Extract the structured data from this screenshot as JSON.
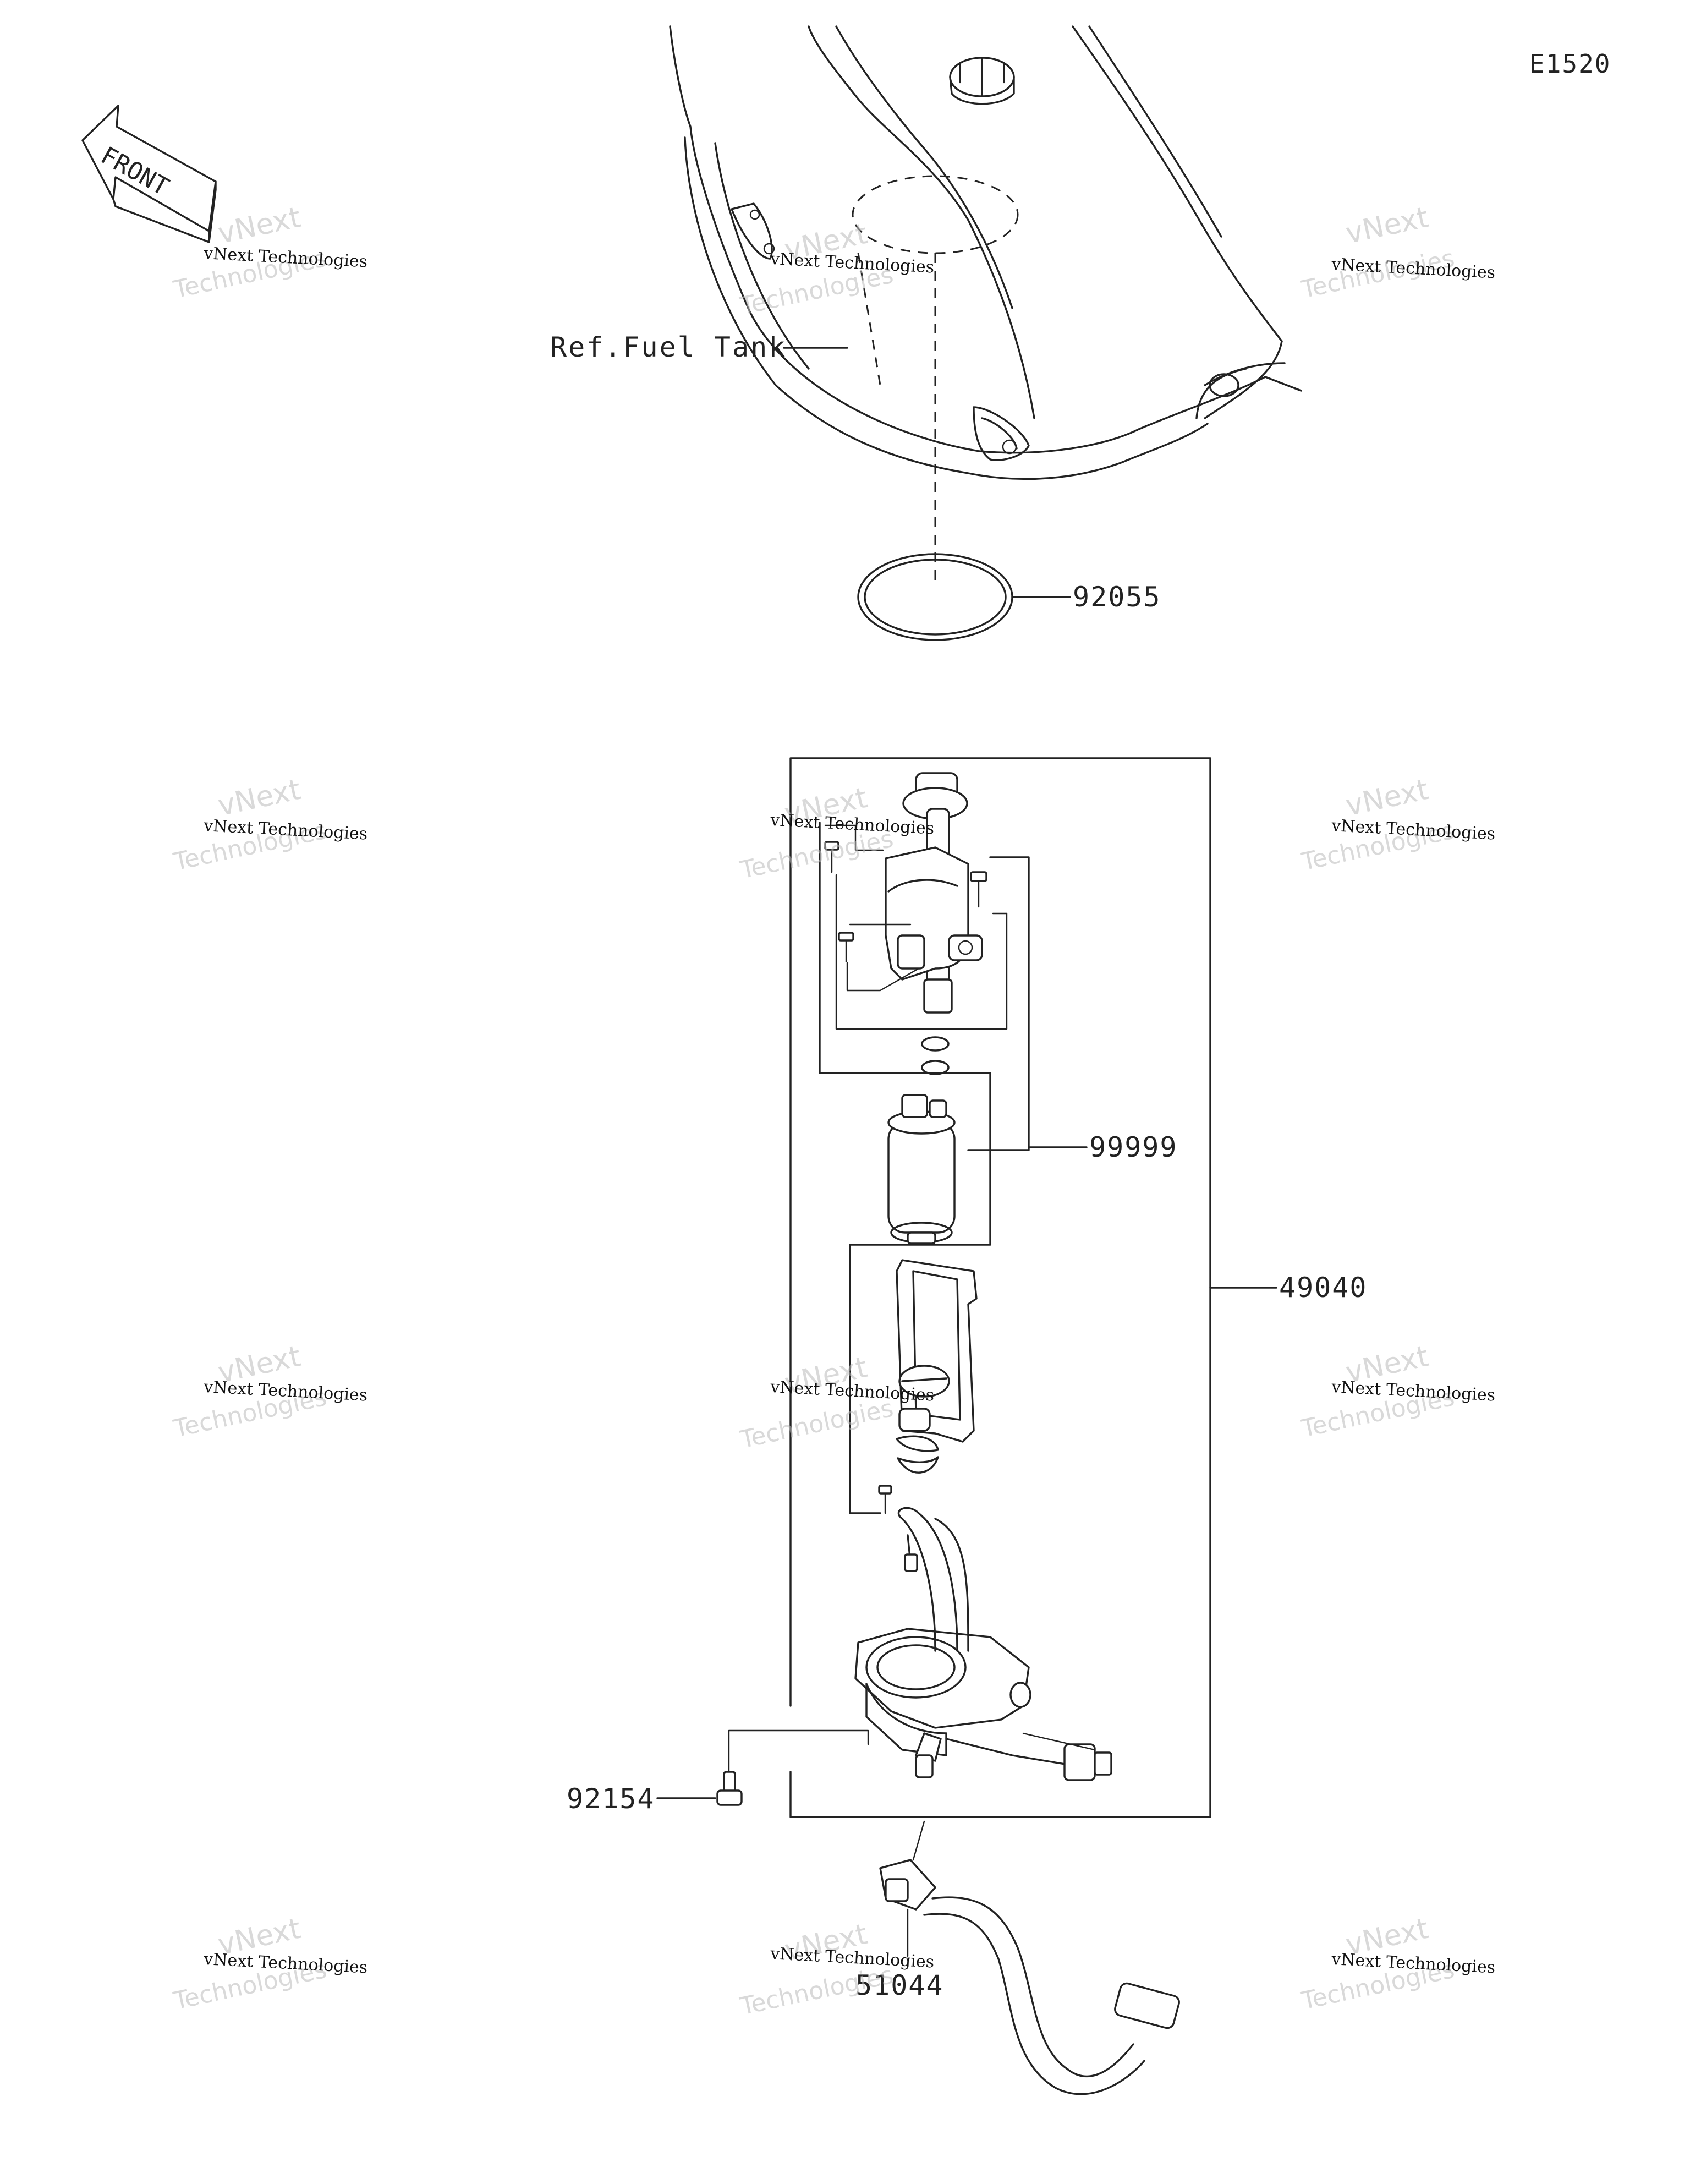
{
  "diagram_code": "E1520",
  "front_label": "FRONT",
  "reference": "Ref.Fuel Tank",
  "parts": {
    "o_ring": "92055",
    "pump_kit": "99999",
    "pump_assembly": "49040",
    "bolt": "92154",
    "hose": "51044"
  },
  "watermark": {
    "company": "vNext Technologies",
    "word1": "vNext",
    "word2": "Technologies"
  }
}
